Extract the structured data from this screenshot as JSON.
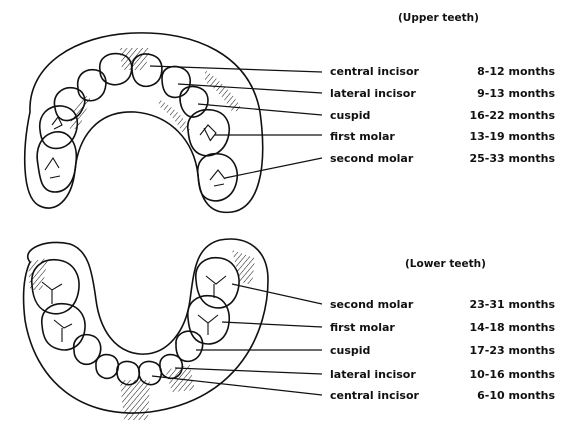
{
  "colors": {
    "ink": "#111111",
    "paper": "#ffffff"
  },
  "upper": {
    "header": "(Upper teeth)",
    "teeth": [
      {
        "name": "central incisor",
        "age": "8-12 months"
      },
      {
        "name": "lateral incisor",
        "age": "9-13 months"
      },
      {
        "name": "cuspid",
        "age": "16-22 months"
      },
      {
        "name": "first molar",
        "age": "13-19 months"
      },
      {
        "name": "second molar",
        "age": "25-33 months"
      }
    ]
  },
  "lower": {
    "header": "(Lower teeth)",
    "teeth": [
      {
        "name": "second molar",
        "age": "23-31 months"
      },
      {
        "name": "first molar",
        "age": "14-18 months"
      },
      {
        "name": "cuspid",
        "age": "17-23 months"
      },
      {
        "name": "lateral incisor",
        "age": "10-16 months"
      },
      {
        "name": "central incisor",
        "age": "6-10 months"
      }
    ]
  }
}
